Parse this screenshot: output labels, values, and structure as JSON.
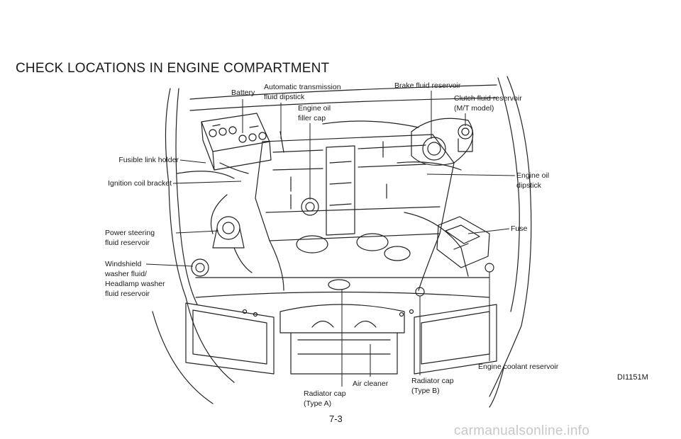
{
  "title": "CHECK LOCATIONS IN ENGINE COMPARTMENT",
  "labels": {
    "battery": "Battery",
    "at_dipstick": [
      "Automatic transmission",
      "fluid dipstick"
    ],
    "engine_oil_cap": [
      "Engine oil",
      "filler cap"
    ],
    "brake_reservoir": "Brake fluid reservoir",
    "clutch_reservoir": [
      "Clutch fluid reservoir",
      "(M/T model)"
    ],
    "fusible_link": "Fusible link holder",
    "ignition_bracket": "Ignition coil bracket",
    "engine_oil_dipstick": [
      "Engine oil",
      "dipstick"
    ],
    "power_steering": [
      "Power steering",
      "fluid reservoir"
    ],
    "fuse": "Fuse",
    "washer": [
      "Windshield",
      "washer fluid/",
      "Headlamp washer",
      "fluid reservoir"
    ],
    "coolant_reservoir": "Engine coolant reservoir",
    "radiator_cap_b": [
      "Radiator cap",
      "(Type B)"
    ],
    "air_cleaner": "Air cleaner",
    "radiator_cap_a": [
      "Radiator cap",
      "(Type A)"
    ]
  },
  "figure_code": "DI1151M",
  "page_number": "7-3",
  "watermark": "carmanualsonline.info"
}
